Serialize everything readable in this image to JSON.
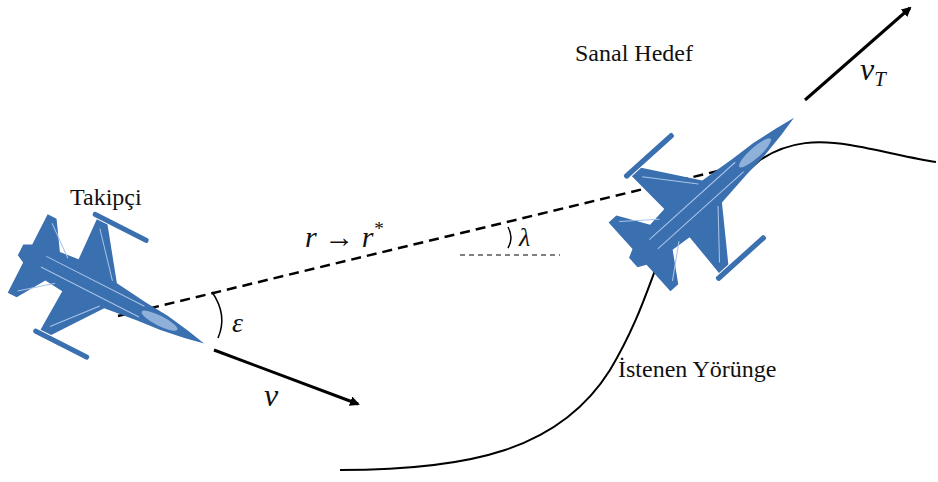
{
  "diagram": {
    "labels": [
      "Sanal Hedef",
      "Takipçi",
      "r → r*",
      "λ",
      "ε",
      "v",
      "vT",
      "İstenen Yörünge"
    ]
  }
}
